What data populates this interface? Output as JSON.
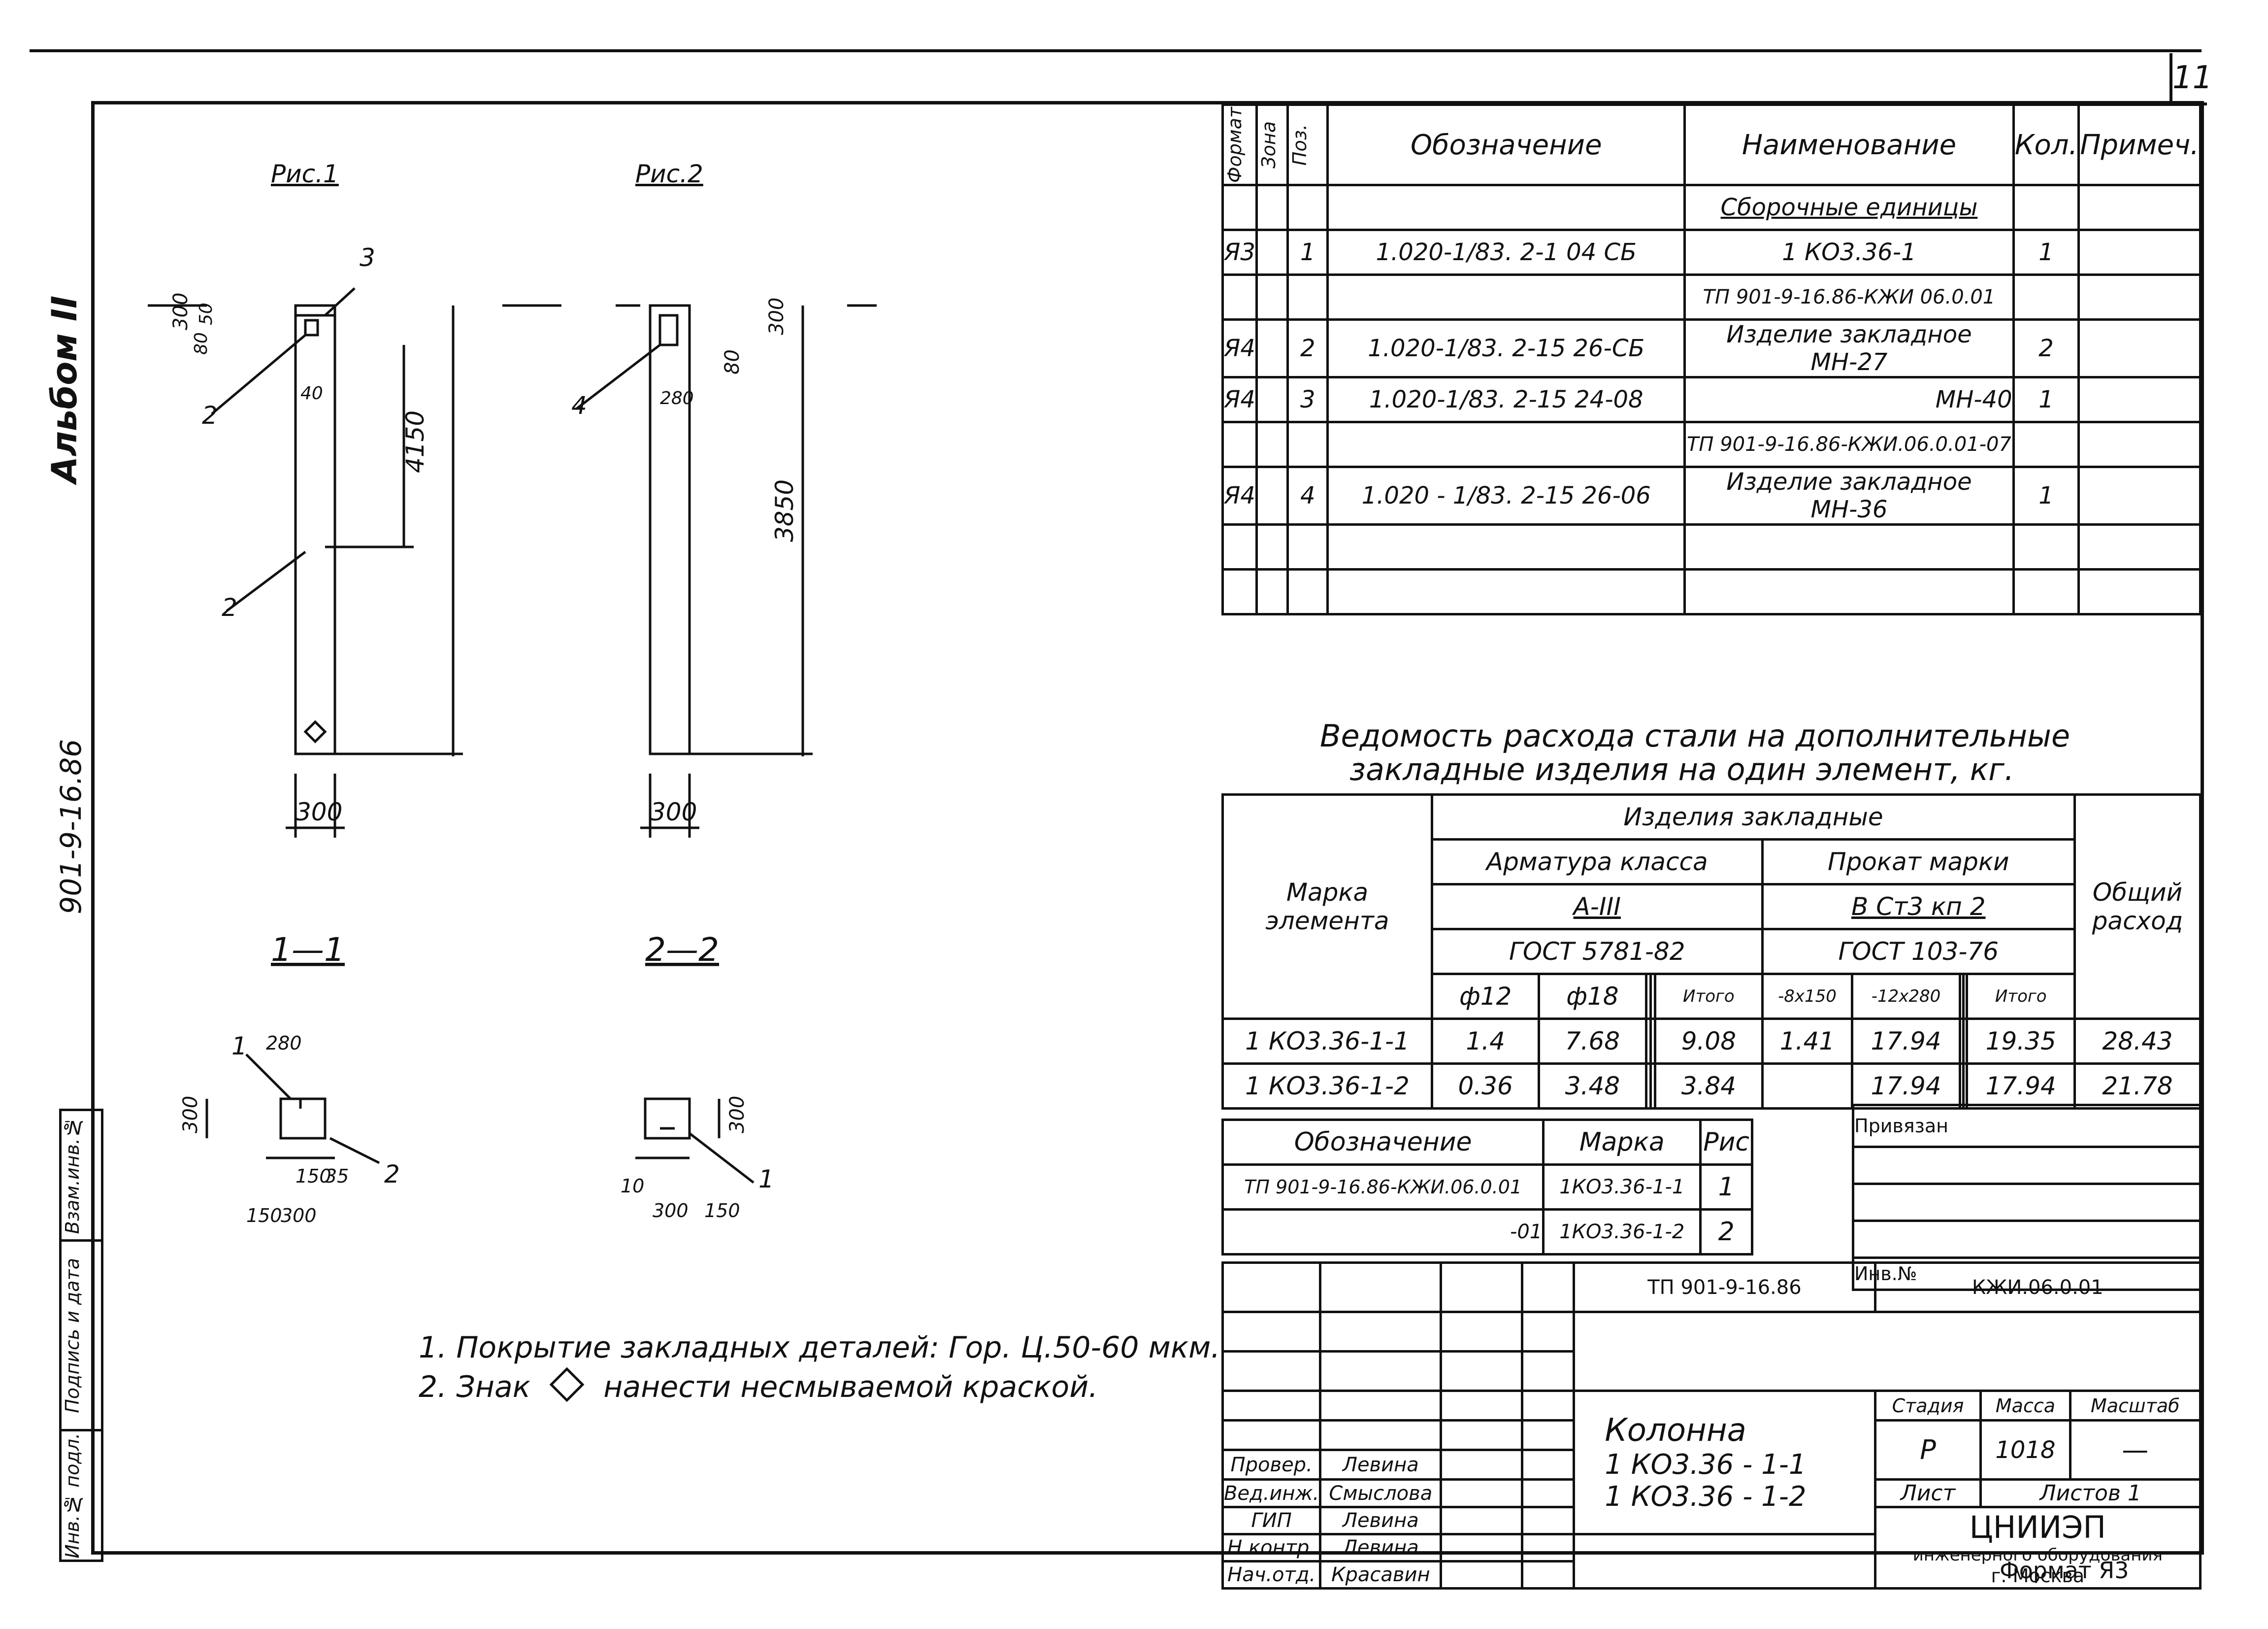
{
  "sheet_number": "11",
  "album_label": "Альбом II",
  "project_side_code": "901-9-16.86",
  "figures": {
    "fig1": "Рис.1",
    "fig2": "Рис.2",
    "sec1": "1—1",
    "sec2": "2—2"
  },
  "spec": {
    "headers": [
      "Формат",
      "Зона",
      "Поз.",
      "Обозначение",
      "Наименование",
      "Кол.",
      "Примеч."
    ],
    "group_title": "Сборочные единицы",
    "rows": [
      {
        "format": "Я3",
        "zone": "",
        "pos": "1",
        "designation": "1.020-1/83. 2-1  04 СБ",
        "name": "1 КО3.36-1",
        "qty": "1",
        "note": ""
      },
      {
        "format": "",
        "zone": "",
        "pos": "",
        "designation": "",
        "name": "ТП 901-9-16.86-КЖИ 06.0.01",
        "qty": "",
        "note": ""
      },
      {
        "format": "Я4",
        "zone": "",
        "pos": "2",
        "designation": "1.020-1/83. 2-15  26-СБ",
        "name": "Изделие закладное МН-27",
        "qty": "2",
        "note": ""
      },
      {
        "format": "Я4",
        "zone": "",
        "pos": "3",
        "designation": "1.020-1/83. 2-15  24-08",
        "name": "МН-40",
        "qty": "1",
        "note": ""
      },
      {
        "format": "",
        "zone": "",
        "pos": "",
        "designation": "",
        "name": "ТП 901-9-16.86-КЖИ.06.0.01-07",
        "qty": "",
        "note": ""
      },
      {
        "format": "Я4",
        "zone": "",
        "pos": "4",
        "designation": "1.020 - 1/83. 2-15  26-06",
        "name": "Изделие закладное МН-36",
        "qty": "1",
        "note": ""
      },
      {
        "format": "",
        "zone": "",
        "pos": "",
        "designation": "",
        "name": "",
        "qty": "",
        "note": ""
      },
      {
        "format": "",
        "zone": "",
        "pos": "",
        "designation": "",
        "name": "",
        "qty": "",
        "note": ""
      }
    ]
  },
  "steel": {
    "title_line1": "Ведомость расхода стали на дополнительные",
    "title_line2": "закладные изделия на один элемент, кг.",
    "col_mark": "Марка элемента",
    "col_embedded": "Изделия закладные",
    "col_rebar": "Арматура класса",
    "rebar_class": "А-III",
    "rebar_gost": "ГОСТ 5781-82",
    "col_rolled": "Прокат марки",
    "rolled_grade": "В Ст3 кп 2",
    "rolled_gost": "ГОСТ 103-76",
    "col_total": "Общий расход",
    "sub": [
      "ф12",
      "ф18",
      "",
      "",
      "Итого",
      "-8х150",
      "-12х280",
      "",
      "",
      "Итого"
    ],
    "rows": [
      {
        "mark": "1 КО3.36-1-1",
        "v": [
          "1.4",
          "7.68",
          "",
          "",
          "9.08",
          "1.41",
          "17.94",
          "",
          "",
          "19.35"
        ],
        "total": "28.43"
      },
      {
        "mark": "1 КО3.36-1-2",
        "v": [
          "0.36",
          "3.48",
          "",
          "",
          "3.84",
          "",
          "17.94",
          "",
          "",
          "17.94"
        ],
        "total": "21.78"
      }
    ]
  },
  "ref": {
    "headers": [
      "Обозначение",
      "Марка",
      "Рис"
    ],
    "rows": [
      {
        "designation": "ТП 901-9-16.86-КЖИ.06.0.01",
        "mark": "1КО3.36-1-1",
        "fig": "1"
      },
      {
        "designation": "-01",
        "mark": "1КО3.36-1-2",
        "fig": "2"
      }
    ]
  },
  "bound": {
    "label": "Привязан",
    "inv": "Инв.№"
  },
  "stamp": {
    "code": "ТП 901-9-16.86",
    "doc": "КЖИ.06.0.01",
    "title": "Колонна",
    "title_l2": "1 КО3.36 - 1-1",
    "title_l3": "1 КО3.36 - 1-2",
    "stage_label": "Стадия",
    "mass_label": "Масса",
    "scale_label": "Масштаб",
    "stage": "Р",
    "mass": "1018",
    "scale": "—",
    "sheet_label": "Лист",
    "sheets_label": "Листов 1",
    "org1": "ЦНИИЭП",
    "org2": "инженерного оборудования",
    "org3": "г. Москва",
    "people": [
      {
        "role": "Провер.",
        "name": "Левина"
      },
      {
        "role": "Вед.инж.",
        "name": "Смыслова"
      },
      {
        "role": "ГИП",
        "name": "Левина"
      },
      {
        "role": "Н.контр.",
        "name": "Левина"
      },
      {
        "role": "Нач.отд.",
        "name": "Красавин"
      }
    ],
    "format": "Формат Я3"
  },
  "left_strip": [
    "Инв.№ подл.",
    "Подпись и дата",
    "Взам.инв.№"
  ],
  "notes": [
    "1. Покрытие закладных деталей: Гор. Ц.50-60 мкм.",
    "2. Знак",
    "нанести несмываемой краской."
  ],
  "dims": {
    "d300": "300",
    "d50": "50",
    "d80": "80",
    "d40": "40",
    "d150": "150",
    "d4150": "4150",
    "d3850": "3850",
    "d280": "280",
    "d10": "10",
    "d35": "35",
    "p1": "1",
    "p2": "2",
    "p3": "3",
    "p4": "4"
  }
}
